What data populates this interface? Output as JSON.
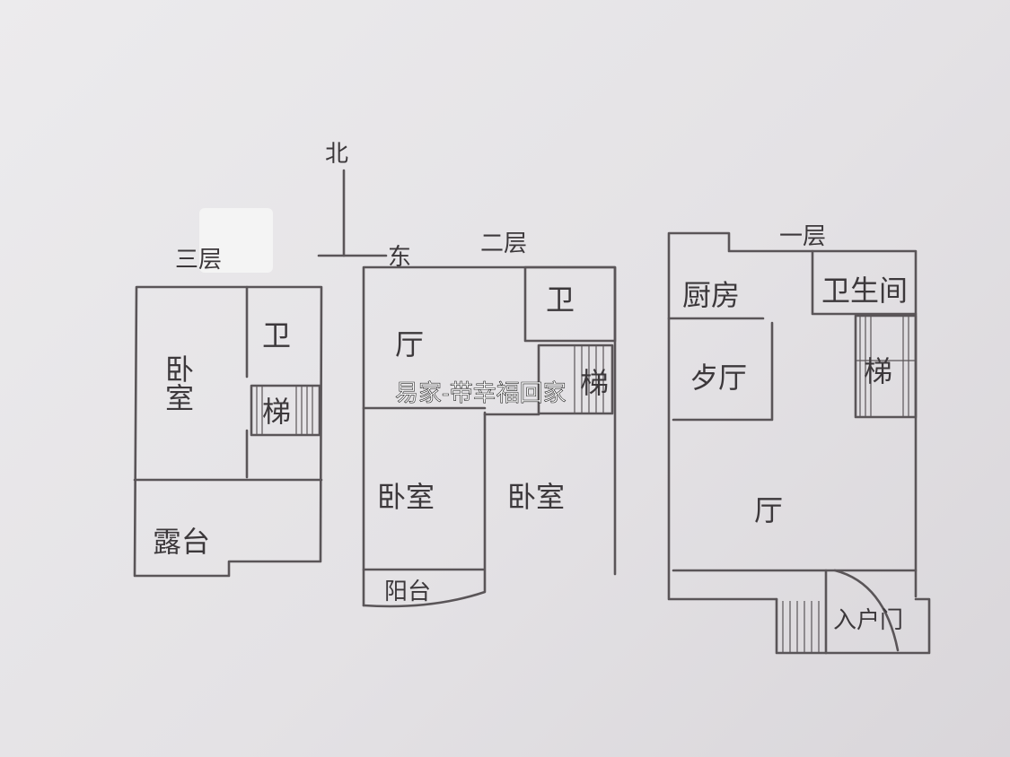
{
  "compass": {
    "north": "北",
    "east": "东"
  },
  "floor3": {
    "title": "三层",
    "bedroom": "卧室",
    "bath": "卫",
    "stairs": "梯",
    "terrace": "露台"
  },
  "floor2": {
    "title": "二层",
    "hall": "厅",
    "bath": "卫",
    "stairs": "梯",
    "bedroom_left": "卧室",
    "bedroom_right": "卧室",
    "balcony": "阳台"
  },
  "floor1": {
    "title": "一层",
    "kitchen": "厨房",
    "bathroom": "卫生间",
    "dining": "歺厅",
    "stairs": "梯",
    "living": "厅",
    "entrance": "入户门"
  },
  "watermark": "易家-带幸福回家"
}
